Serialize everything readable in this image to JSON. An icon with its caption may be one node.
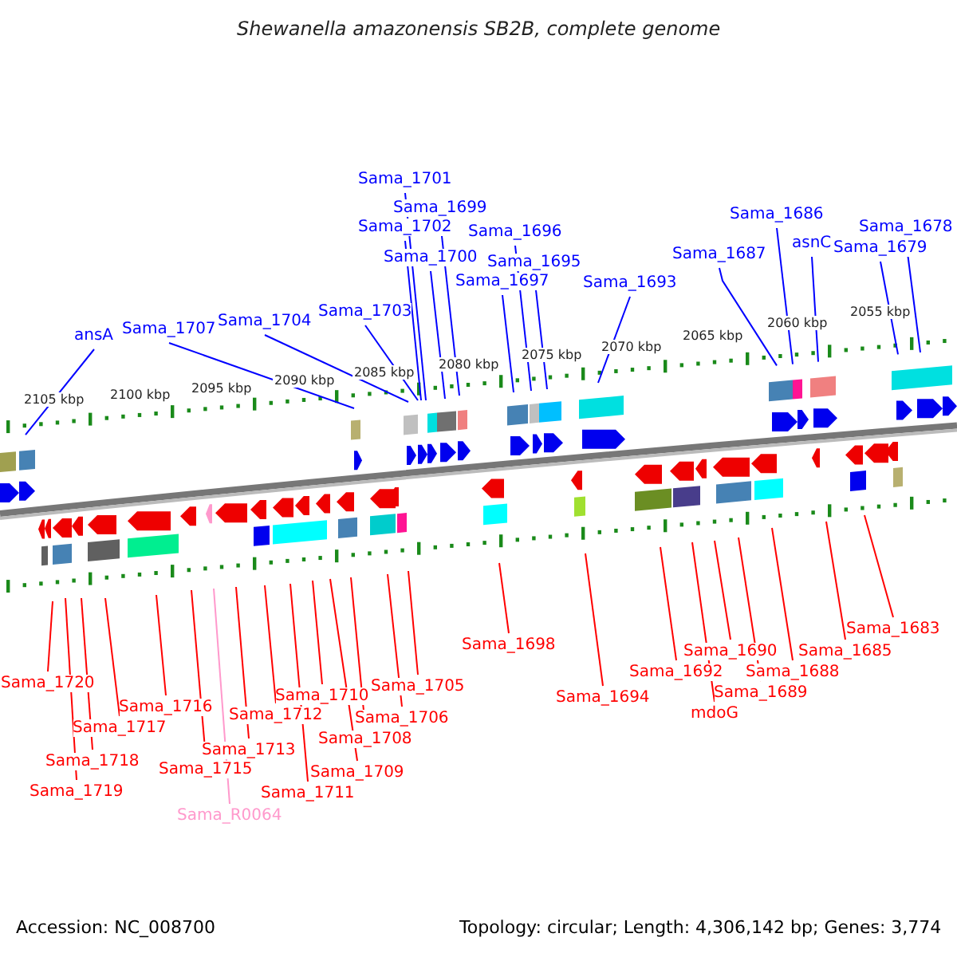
{
  "diagram": {
    "title": "Shewanella amazonensis SB2B, complete genome",
    "nodes": [
      {
        "text": [
          "ansA"
        ]
      },
      {
        "text": [
          "Sama_1707"
        ]
      },
      {
        "text": [
          "Sama_1704"
        ]
      },
      {
        "text": [
          "Sama_1703"
        ]
      },
      {
        "text": [
          "Sama_1701"
        ]
      },
      {
        "text": [
          "Sama_1699"
        ]
      },
      {
        "text": [
          "Sama_1702"
        ]
      },
      {
        "text": [
          "Sama_1700"
        ]
      },
      {
        "text": [
          "Sama_1696"
        ]
      },
      {
        "text": [
          "Sama_1695"
        ]
      },
      {
        "text": [
          "Sama_1697"
        ]
      },
      {
        "text": [
          "Sama_1693"
        ]
      },
      {
        "text": [
          "Sama_1687"
        ]
      },
      {
        "text": [
          "Sama_1686"
        ]
      },
      {
        "text": [
          "asnC"
        ]
      },
      {
        "text": [
          "Sama_1679"
        ]
      },
      {
        "text": [
          "Sama_1678"
        ]
      },
      {
        "text": [
          "Sama_1720"
        ]
      },
      {
        "text": [
          "Sama_1717"
        ]
      },
      {
        "text": [
          "Sama_1718"
        ]
      },
      {
        "text": [
          "Sama_1719"
        ]
      },
      {
        "text": [
          "Sama_1716"
        ]
      },
      {
        "text": [
          "Sama_1715"
        ]
      },
      {
        "text": [
          "Sama_R0064"
        ]
      },
      {
        "text": [
          "Sama_1713"
        ]
      },
      {
        "text": [
          "Sama_1712"
        ]
      },
      {
        "text": [
          "Sama_1711"
        ]
      },
      {
        "text": [
          "Sama_1710"
        ]
      },
      {
        "text": [
          "Sama_1709"
        ]
      },
      {
        "text": [
          "Sama_1708"
        ]
      },
      {
        "text": [
          "Sama_1706"
        ]
      },
      {
        "text": [
          "Sama_1705"
        ]
      },
      {
        "text": [
          "Sama_1698"
        ]
      },
      {
        "text": [
          "Sama_1694"
        ]
      },
      {
        "text": [
          "Sama_1692"
        ]
      },
      {
        "text": [
          "Sama_1690"
        ]
      },
      {
        "text": [
          "mdoG"
        ]
      },
      {
        "text": [
          "Sama_1689"
        ]
      },
      {
        "text": [
          "Sama_1688"
        ]
      },
      {
        "text": [
          "Sama_1685"
        ]
      },
      {
        "text": [
          "Sama_1683"
        ]
      }
    ],
    "edges": [
      {
        "from": 0,
        "to": null,
        "arrow": "none",
        "color": "#0000ff"
      },
      {
        "from": 1,
        "to": null,
        "arrow": "none",
        "color": "#0000ff"
      },
      {
        "from": 2,
        "to": null,
        "arrow": "none",
        "color": "#0000ff"
      },
      {
        "from": 3,
        "to": null,
        "arrow": "none",
        "color": "#0000ff"
      },
      {
        "from": 4,
        "to": null,
        "arrow": "none",
        "color": "#0000ff"
      },
      {
        "from": 5,
        "to": null,
        "arrow": "none",
        "color": "#0000ff"
      },
      {
        "from": 6,
        "to": null,
        "arrow": "none",
        "color": "#0000ff"
      },
      {
        "from": 7,
        "to": null,
        "arrow": "none",
        "color": "#0000ff"
      },
      {
        "from": 8,
        "to": null,
        "arrow": "none",
        "color": "#0000ff"
      },
      {
        "from": 9,
        "to": null,
        "arrow": "none",
        "color": "#0000ff"
      },
      {
        "from": 10,
        "to": null,
        "arrow": "none",
        "color": "#0000ff"
      },
      {
        "from": 11,
        "to": null,
        "arrow": "none",
        "color": "#0000ff"
      },
      {
        "from": 12,
        "to": null,
        "arrow": "none",
        "color": "#0000ff"
      },
      {
        "from": 13,
        "to": null,
        "arrow": "none",
        "color": "#0000ff"
      },
      {
        "from": 14,
        "to": null,
        "arrow": "none",
        "color": "#0000ff"
      },
      {
        "from": 15,
        "to": null,
        "arrow": "none",
        "color": "#0000ff"
      },
      {
        "from": 16,
        "to": null,
        "arrow": "none",
        "color": "#0000ff"
      },
      {
        "from": 17,
        "to": null,
        "arrow": "none"
      },
      {
        "from": 18,
        "to": null,
        "arrow": "none"
      },
      {
        "from": 19,
        "to": null,
        "arrow": "none"
      },
      {
        "from": 20,
        "to": null,
        "arrow": "none"
      },
      {
        "from": 21,
        "to": null,
        "arrow": "none"
      },
      {
        "from": 22,
        "to": null,
        "arrow": "none"
      },
      {
        "from": 23,
        "to": null,
        "arrow": "none",
        "color": "#ff99cc"
      },
      {
        "from": 24,
        "to": null,
        "arrow": "none"
      },
      {
        "from": 25,
        "to": null,
        "arrow": "none"
      },
      {
        "from": 26,
        "to": null,
        "arrow": "none"
      },
      {
        "from": 27,
        "to": null,
        "arrow": "none"
      },
      {
        "from": 28,
        "to": null,
        "arrow": "none"
      },
      {
        "from": 29,
        "to": null,
        "arrow": "none"
      },
      {
        "from": 30,
        "to": null,
        "arrow": "none"
      },
      {
        "from": 31,
        "to": null,
        "arrow": "none"
      },
      {
        "from": 32,
        "to": null,
        "arrow": "none"
      },
      {
        "from": 33,
        "to": null,
        "arrow": "none"
      },
      {
        "from": 34,
        "to": null,
        "arrow": "none"
      },
      {
        "from": 35,
        "to": null,
        "arrow": "none"
      },
      {
        "from": 36,
        "to": null,
        "arrow": "none"
      },
      {
        "from": 37,
        "to": null,
        "arrow": "none"
      },
      {
        "from": 38,
        "to": null,
        "arrow": "none"
      },
      {
        "from": 39,
        "to": null,
        "arrow": "none"
      },
      {
        "from": 40,
        "to": null,
        "arrow": "none"
      }
    ],
    "labels": [
      "2105 kbp",
      "2100 kbp",
      "2095 kbp",
      "2090 kbp",
      "2085 kbp",
      "2080 kbp",
      "2075 kbp",
      "2070 kbp",
      "2065 kbp",
      "2060 kbp",
      "2055 kbp",
      "Accession: NC_008700",
      "Topology: circular; Length: 4,306,142 bp; Genes: 3,774"
    ]
  }
}
